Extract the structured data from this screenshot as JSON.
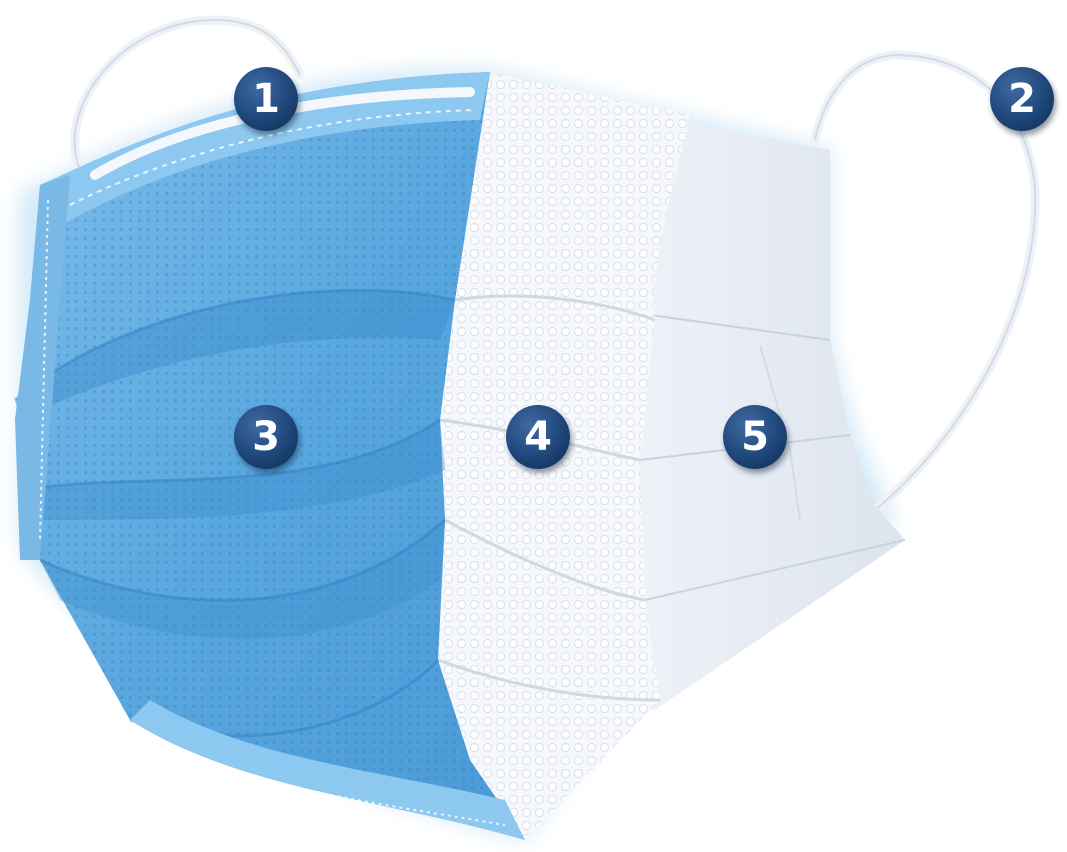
{
  "markers": [
    "1",
    "2",
    "3",
    "4",
    "5"
  ],
  "colors": {
    "outer_layer": "#5aa7df",
    "outer_layer_dark": "#3c8fd0",
    "middle_layer": "#f6f8fb",
    "inner_layer": "#e9eef5",
    "ear_loop": "#eef1f5",
    "marker": "#1e4679",
    "marker_text": "#ffffff"
  }
}
